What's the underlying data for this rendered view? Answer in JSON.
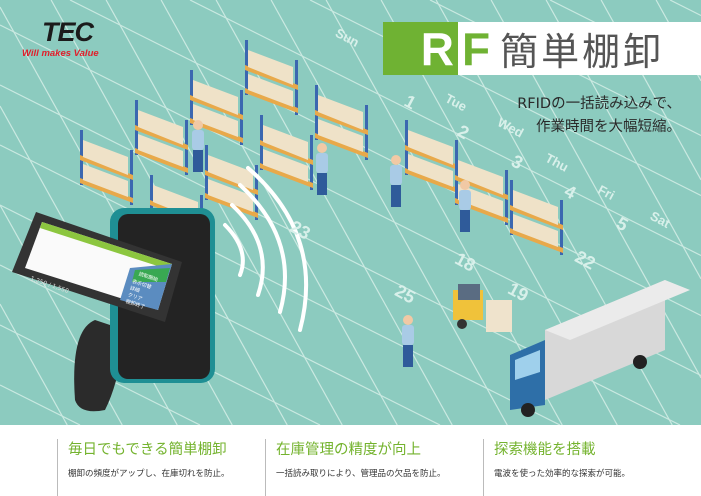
{
  "brand": {
    "logo": "TEC",
    "tagline": "Will makes Value"
  },
  "headline": {
    "rf_r": "R",
    "rf_f": "F",
    "title": "簡単棚卸"
  },
  "subtitle": {
    "line1": "RFIDの一括読み込みで、",
    "line2": "作業時間を大幅短縮。"
  },
  "floor": {
    "days": [
      "Sun",
      "Tue",
      "Wed",
      "Thu",
      "Fri",
      "Sat"
    ],
    "numbers": [
      "1",
      "2",
      "3",
      "4",
      "5",
      "18",
      "19",
      "22",
      "23",
      "25"
    ]
  },
  "device": {
    "screen_total": "1,250 / 1,550",
    "buttons": [
      "読取開始",
      "表示切替",
      "詳細",
      "クリア",
      "棚卸終了"
    ]
  },
  "features": [
    {
      "title": "毎日でもできる簡単棚卸",
      "desc": "棚卸の頻度がアップし、在庫切れを防止。"
    },
    {
      "title": "在庫管理の精度が向上",
      "desc": "一括読み取りにより、管理品の欠品を防止。"
    },
    {
      "title": "探索機能を搭載",
      "desc": "電波を使った効率的な探索が可能。"
    }
  ],
  "colors": {
    "background": "#8ccbbf",
    "accent": "#6fb233",
    "logo_red": "#e0202c"
  }
}
